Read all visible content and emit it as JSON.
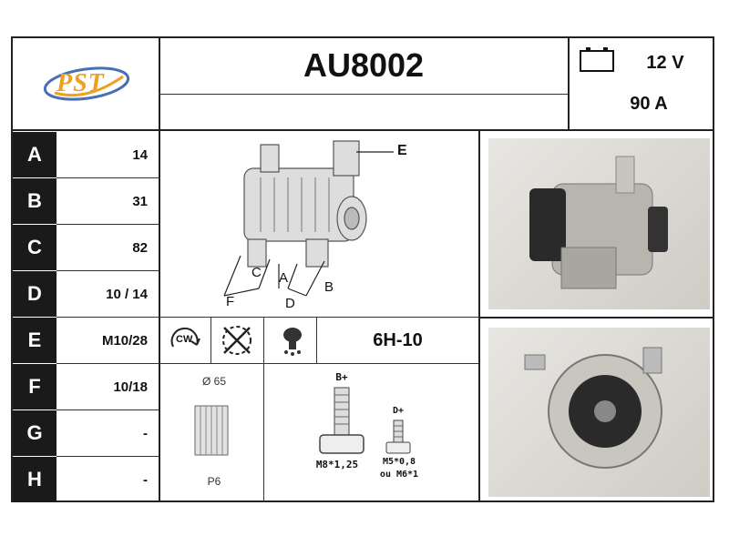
{
  "header": {
    "logo_text": "PST",
    "part_number": "AU8002",
    "voltage": "12 V",
    "amperage": "90 A"
  },
  "specs": [
    {
      "letter": "A",
      "value": "14"
    },
    {
      "letter": "B",
      "value": "31"
    },
    {
      "letter": "C",
      "value": "82"
    },
    {
      "letter": "D",
      "value": "10 / 14"
    },
    {
      "letter": "E",
      "value": "M10/28"
    },
    {
      "letter": "F",
      "value": "10/18"
    },
    {
      "letter": "G",
      "value": "-"
    },
    {
      "letter": "H",
      "value": "-"
    }
  ],
  "diagram_labels": {
    "e": "E",
    "c": "C",
    "a": "A",
    "b": "B",
    "f": "F",
    "d": "D"
  },
  "rotation": {
    "label": "CW"
  },
  "plug_code": "6H-10",
  "pulley": {
    "diameter": "Ø 65",
    "type": "P6"
  },
  "terminals": {
    "b_plus": {
      "label": "B+",
      "thread": "M8*1,25"
    },
    "d_plus": {
      "label": "D+",
      "thread_line1": "M5*0,8",
      "thread_line2": "ou M6*1"
    }
  },
  "colors": {
    "dark": "#1a1a1a",
    "logo_orange": "#f0a020",
    "logo_blue": "#4a6fb5"
  }
}
